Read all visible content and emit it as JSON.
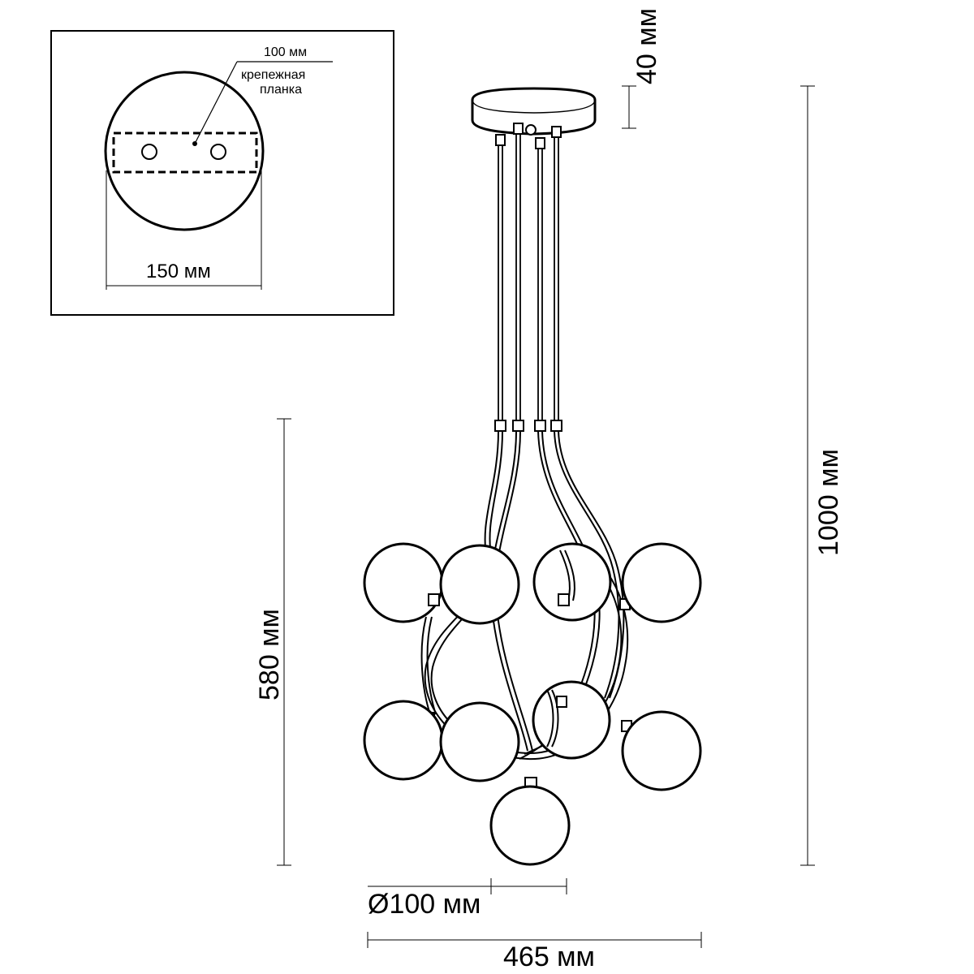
{
  "inset": {
    "label_plate_width": "100 мм",
    "label_plate_name_line1": "крепежная",
    "label_plate_name_line2": "планка",
    "label_canopy_diameter": "150 мм"
  },
  "dimensions": {
    "canopy_height": "40 мм",
    "total_height": "1000 мм",
    "body_height": "580 мм",
    "shade_diameter": "Ø100 мм",
    "total_width": "465 мм"
  }
}
